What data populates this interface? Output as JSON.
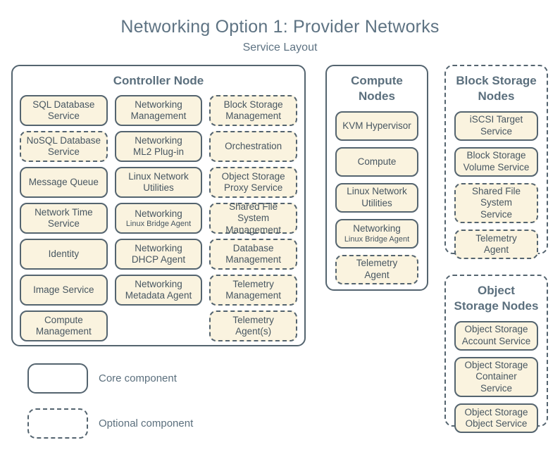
{
  "title": "Networking Option 1: Provider Networks",
  "subtitle": "Service Layout",
  "colors": {
    "background": "#ffffff",
    "box_fill": "#faf3df",
    "border": "#54646f",
    "box_text": "#475661",
    "heading_text": "#5b6f7d",
    "title_text": "#5e7383"
  },
  "groups": [
    {
      "id": "controller-node",
      "label": "Controller Node",
      "border": "solid",
      "layout": "grid-3col",
      "items": [
        {
          "label": "SQL Database\nService",
          "style": "core"
        },
        {
          "label": "Networking\nManagement",
          "style": "core"
        },
        {
          "label": "Block Storage\nManagement",
          "style": "optional"
        },
        {
          "label": "NoSQL Database\nService",
          "style": "optional"
        },
        {
          "label": "Networking\nML2 Plug-in",
          "style": "core"
        },
        {
          "label": "Orchestration",
          "style": "optional"
        },
        {
          "label": "Message Queue",
          "style": "core"
        },
        {
          "label": "Linux Network\nUtilities",
          "style": "core"
        },
        {
          "label": "Object Storage\nProxy Service",
          "style": "optional"
        },
        {
          "label": "Network Time\nService",
          "style": "core"
        },
        {
          "label": "Networking",
          "sublabel": "Linux Bridge Agent",
          "style": "core"
        },
        {
          "label": "Shared File System\nManagement",
          "style": "optional"
        },
        {
          "label": "Identity",
          "style": "core"
        },
        {
          "label": "Networking\nDHCP Agent",
          "style": "core"
        },
        {
          "label": "Database\nManagement",
          "style": "optional"
        },
        {
          "label": "Image Service",
          "style": "core"
        },
        {
          "label": "Networking\nMetadata Agent",
          "style": "core"
        },
        {
          "label": "Telemetry\nManagement",
          "style": "optional"
        },
        {
          "label": "Compute\nManagement",
          "style": "core"
        },
        null,
        {
          "label": "Telemetry\nAgent(s)",
          "style": "optional"
        }
      ]
    },
    {
      "id": "compute-nodes",
      "label": "Compute\nNodes",
      "border": "solid",
      "layout": "column",
      "items": [
        {
          "label": "KVM Hypervisor",
          "style": "core"
        },
        {
          "label": "Compute",
          "style": "core"
        },
        {
          "label": "Linux Network\nUtilities",
          "style": "core"
        },
        {
          "label": "Networking",
          "sublabel": "Linux Bridge Agent",
          "style": "core"
        },
        {
          "label": "Telemetry\nAgent",
          "style": "optional"
        }
      ]
    },
    {
      "id": "block-storage-nodes",
      "label": "Block Storage\nNodes",
      "border": "dashed",
      "layout": "column",
      "items": [
        {
          "label": "iSCSI Target\nService",
          "style": "core"
        },
        {
          "label": "Block Storage\nVolume Service",
          "style": "core"
        },
        {
          "label": "Shared File System\nService",
          "style": "optional"
        },
        {
          "label": "Telemetry\nAgent",
          "style": "optional"
        }
      ]
    },
    {
      "id": "object-storage-nodes",
      "label": "Object\nStorage Nodes",
      "border": "dashed",
      "layout": "column",
      "items": [
        {
          "label": "Object Storage\nAccount Service",
          "style": "core"
        },
        {
          "label": "Object Storage\nContainer Service",
          "style": "core"
        },
        {
          "label": "Object Storage\nObject Service",
          "style": "core"
        }
      ]
    }
  ],
  "legend": [
    {
      "style": "core",
      "label": "Core component"
    },
    {
      "style": "optional",
      "label": "Optional component"
    }
  ]
}
